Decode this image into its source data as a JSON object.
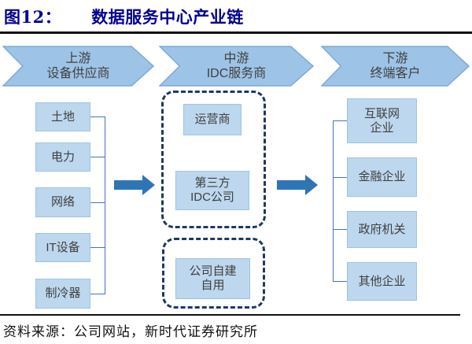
{
  "title": {
    "figure_label": "图12：",
    "figure_title": "数据服务中心产业链"
  },
  "diagram": {
    "upstream": {
      "header": {
        "line1": "上游",
        "line2": "设备供应商"
      },
      "items": [
        "土地",
        "电力",
        "网络",
        "IT设备",
        "制冷器"
      ]
    },
    "midstream": {
      "header": {
        "line1": "中游",
        "line2": "IDC服务商"
      },
      "group1_items": [
        "运营商",
        "第三方\nIDC公司"
      ],
      "group2_items": [
        "公司自建\n自用"
      ]
    },
    "downstream": {
      "header": {
        "line1": "下游",
        "line2": "终端客户"
      },
      "items": [
        "互联网\n企业",
        "金融企业",
        "政府机关",
        "其他企业"
      ]
    }
  },
  "footer": {
    "source": "资料来源：公司网站，新时代证券研究所"
  },
  "colors": {
    "title_text": "#000090",
    "banner_fill": "#9DC3E6",
    "banner_border": "#7FA8D8",
    "box_fill": "#BDD7EE",
    "box_border": "#9DC3E6",
    "arrow_fill": "#2E75B6",
    "dashed_border": "#1F3864",
    "connector_line": "#4472C4",
    "diagram_text": "#3F3F3F"
  }
}
